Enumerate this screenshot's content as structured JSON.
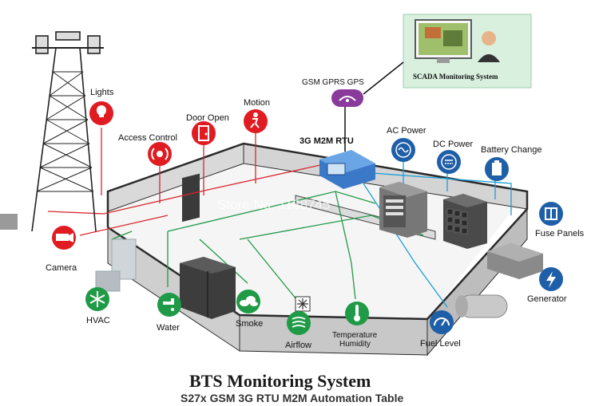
{
  "title": "BTS Monitoring System",
  "subtitle": "S27x GSM 3G RTU M2M Automation Table",
  "watermark": "Store No: 1188745",
  "labels": {
    "scada": "SCADA Monitoring System",
    "gsm": "GSM GPRS GPS",
    "rtu": "3G M2M RTU",
    "lights": "Lights",
    "access": "Access Control",
    "door": "Door Open",
    "motion": "Motion",
    "camera": "Camera",
    "ac_power": "AC Power",
    "dc_power": "DC Power",
    "battery": "Battery Change",
    "fuse": "Fuse Panels",
    "generator": "Generator",
    "hvac": "HVAC",
    "water": "Water",
    "smoke": "Smoke",
    "airflow": "Airflow",
    "temperature": "Temperature",
    "humidity": "Humidity",
    "fuel": "Fuel Level"
  },
  "colors": {
    "sensor_red": "#e01b22",
    "sensor_green": "#1f9a46",
    "sensor_blue": "#1f5fa8",
    "gps_purple": "#8a3a9a",
    "line_red": "#d8262c",
    "line_green": "#1f9a46",
    "line_blue": "#1aa0d8",
    "wall": "#d4d4d4",
    "floor": "#f3f3f3",
    "wall_edge": "#2b2b2b"
  }
}
